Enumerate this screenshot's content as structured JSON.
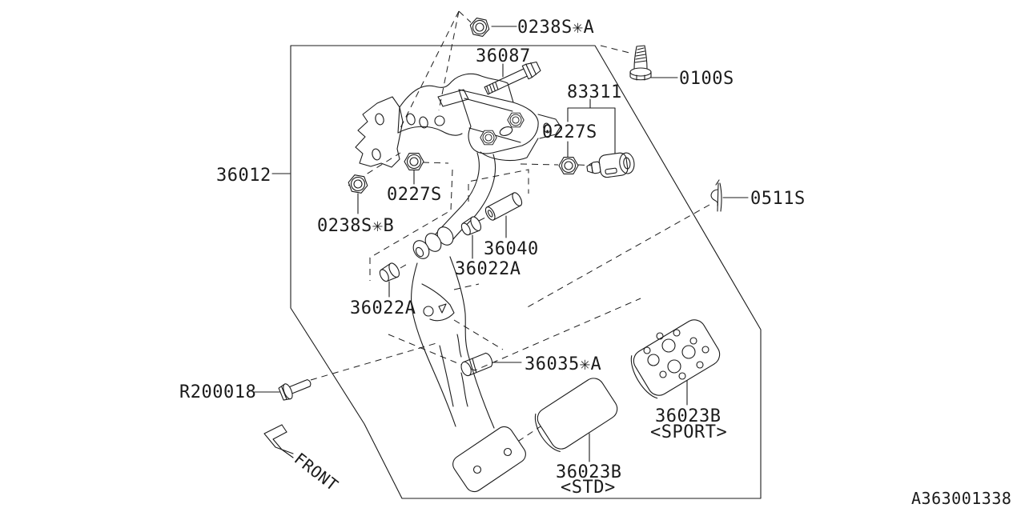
{
  "diagram": {
    "figure_id": "A363001338",
    "front_label": "FRONT",
    "parts": {
      "nut_a": "0238S✳A",
      "mount_bolt": "36087",
      "screw": "0100S",
      "stop_switch": "83311",
      "switch_nut": "0227S",
      "clip": "0511S",
      "pedal_bracket": "36012",
      "pivot_nut": "0227S",
      "nut_b": "0238S✳B",
      "spacer": "36040",
      "bushing_upper": "36022A",
      "bushing_lower": "36022A",
      "stopper": "36035✳A",
      "pivot_bolt": "R200018",
      "pad_std": "36023B",
      "pad_std_note": "<STD>",
      "pad_sport": "36023B",
      "pad_sport_note": "<SPORT>"
    }
  }
}
